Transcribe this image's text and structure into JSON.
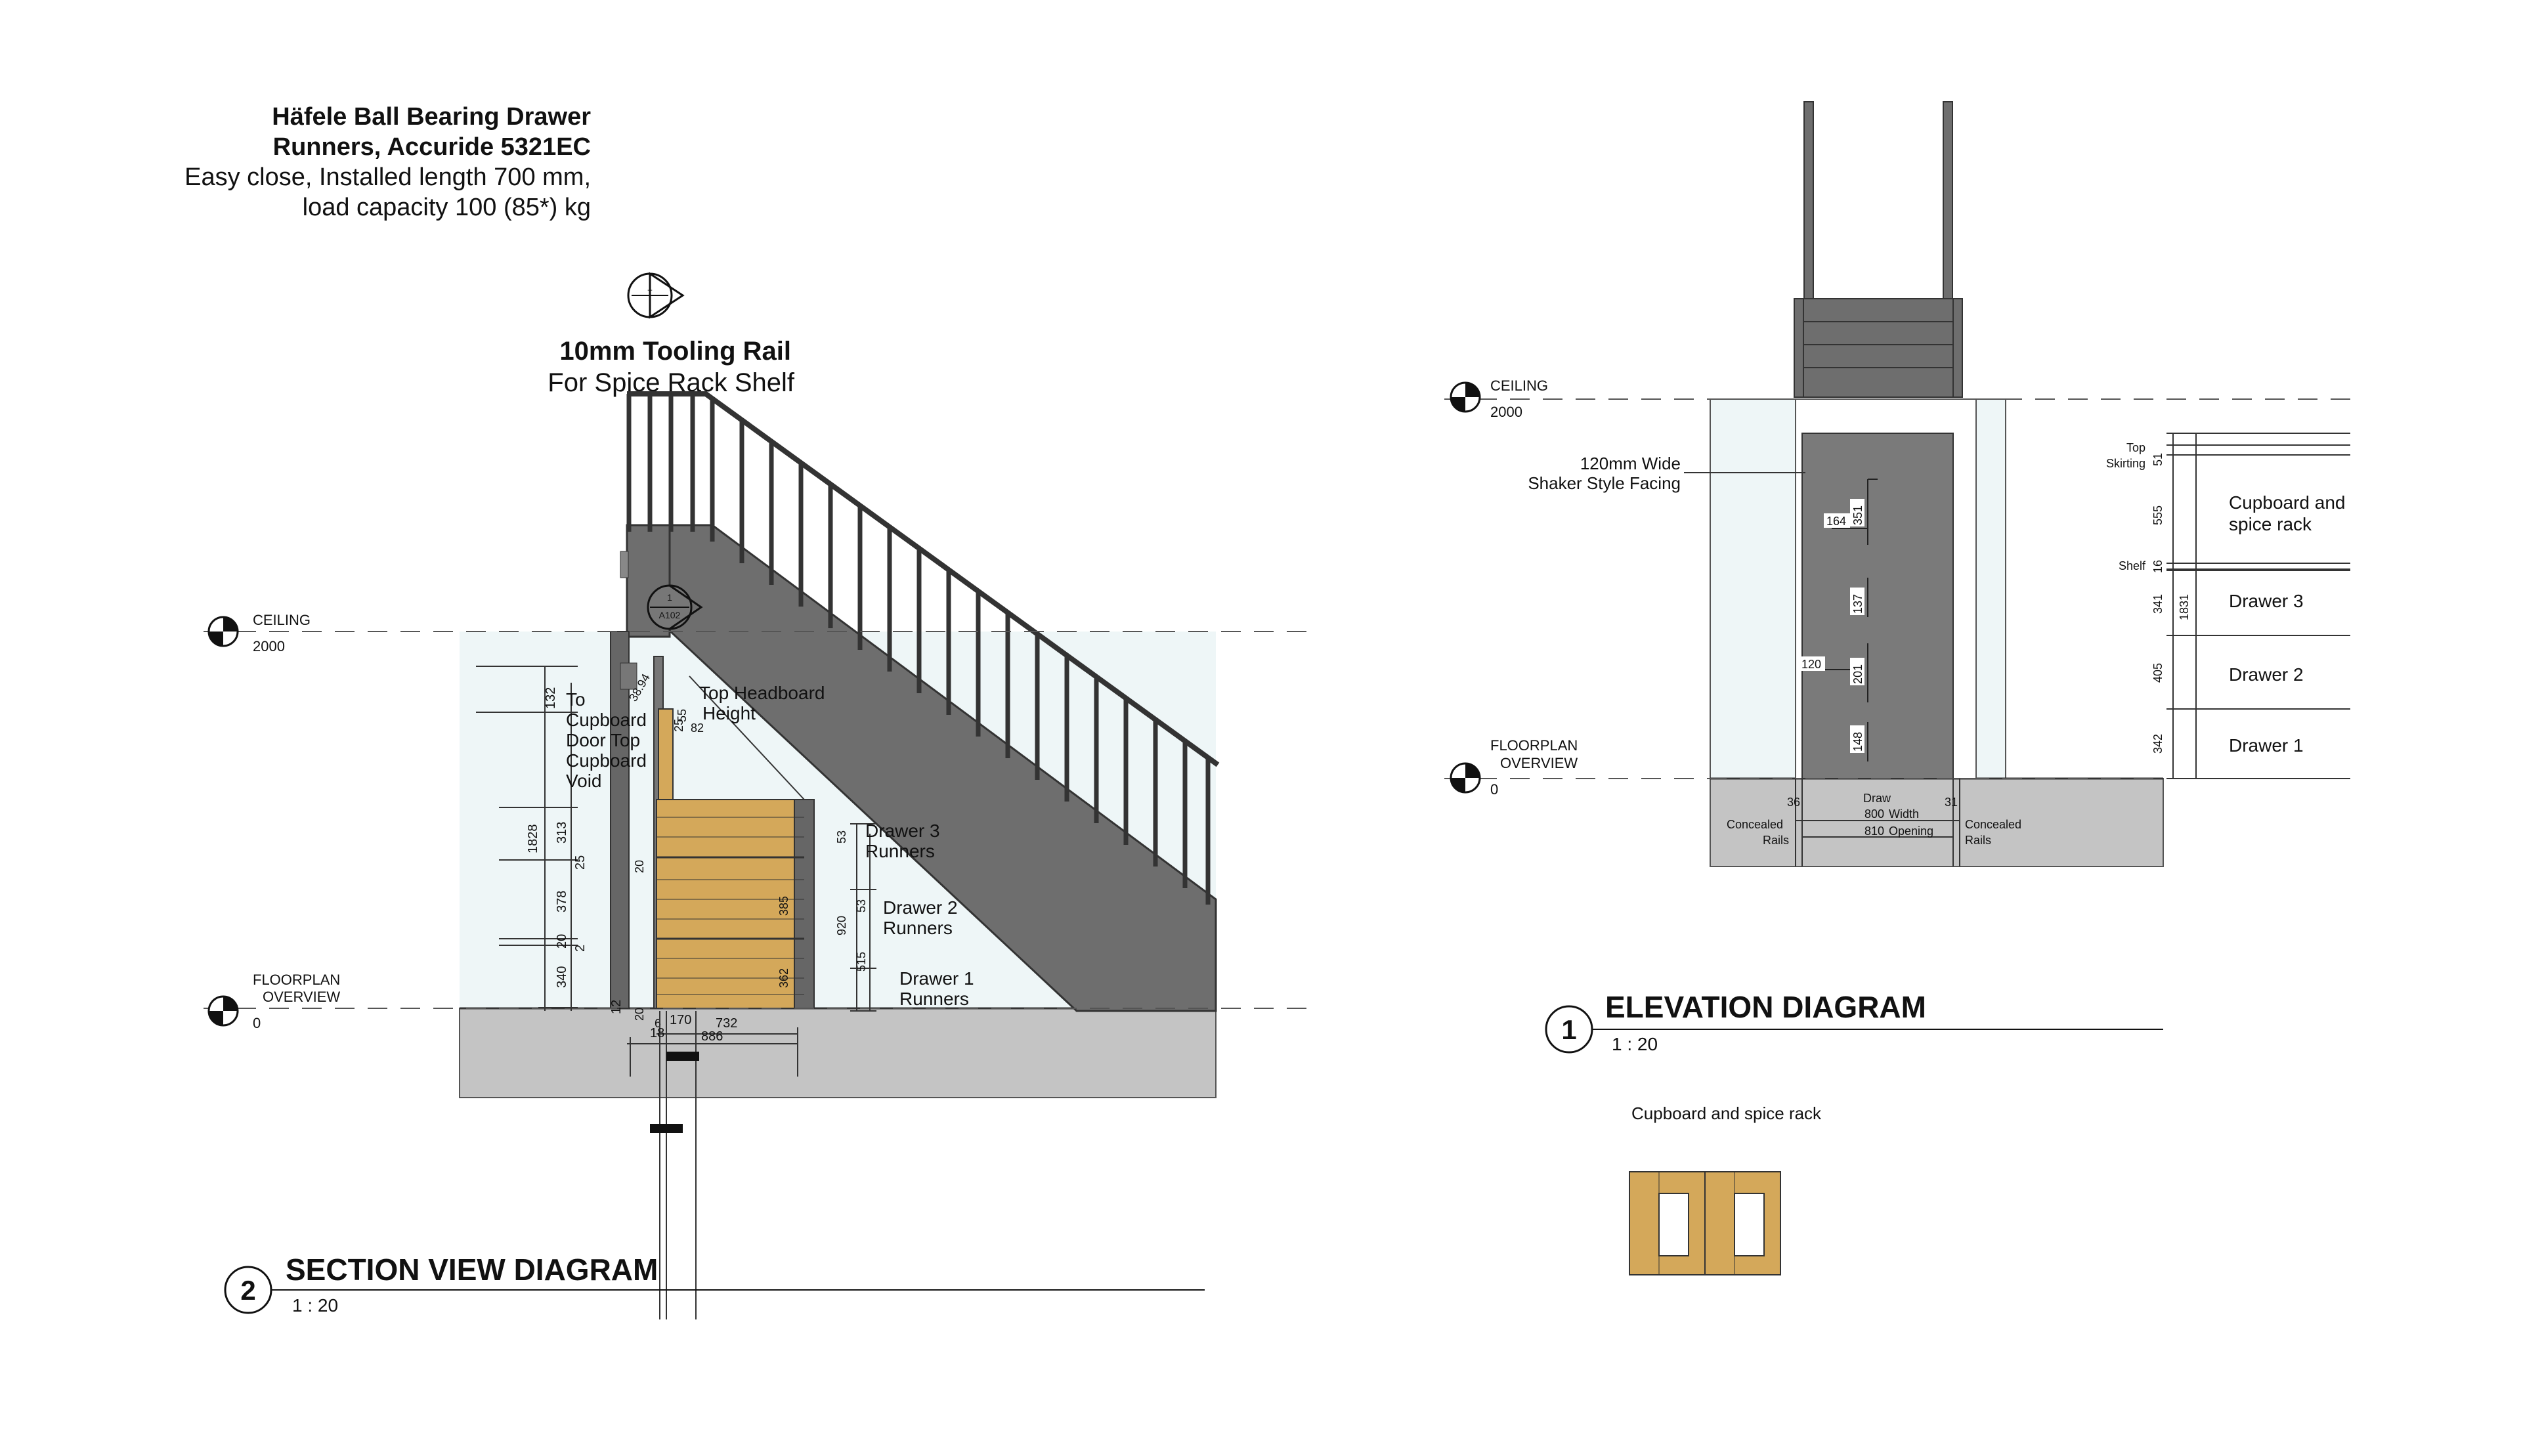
{
  "note": {
    "line1": "Häfele Ball Bearing Drawer",
    "line2": "Runners, Accuride 5321EC",
    "line3": "Easy close, Installed length 700 mm,",
    "line4": "load capacity 100 (85*) kg"
  },
  "tooling_rail": {
    "title": "10mm Tooling Rail",
    "subtitle": "For Spice Rack Shelf"
  },
  "section_marker": {
    "top": "1",
    "bottom": "A102"
  },
  "section": {
    "ceiling_label": "CEILING",
    "ceiling_value": "2000",
    "floor_label_1": "FLOORPLAN",
    "floor_label_2": "OVERVIEW",
    "floor_value": "0",
    "void_label": [
      "To",
      "Cupboard",
      "Door Top",
      "Cupboard",
      "Void"
    ],
    "headboard_label": [
      "Top Headboard",
      "Height"
    ],
    "drawer3_label": [
      "Drawer 3",
      "Runners"
    ],
    "drawer2_label": [
      "Drawer 2",
      "Runners"
    ],
    "drawer1_label": [
      "Drawer 1",
      "Runners"
    ],
    "dims_left": {
      "d132": "132",
      "d1828": "1828",
      "d313": "313",
      "d25": "25",
      "d378": "378",
      "d20": "20",
      "d2": "2",
      "d340": "340",
      "d12": "12"
    },
    "dims_mid": {
      "d38_94": "38.94",
      "d55": "55",
      "d25": "25",
      "d82": "82",
      "d20": "20",
      "d385": "385",
      "d362": "362",
      "d20b": "20",
      "d6": "6"
    },
    "dims_right": {
      "d53a": "53",
      "d53b": "53",
      "d920": "920",
      "d515": "515"
    },
    "dims_bottom": {
      "d18": "18",
      "d170": "170",
      "d732": "732",
      "d886": "886"
    },
    "title": "SECTION VIEW DIAGRAM",
    "number": "2",
    "scale": "1 : 20"
  },
  "elevation": {
    "ceiling_label": "CEILING",
    "ceiling_value": "2000",
    "floor_label_1": "FLOORPLAN",
    "floor_label_2": "OVERVIEW",
    "floor_value": "0",
    "facing_label": [
      "120mm Wide",
      "Shaker Style Facing"
    ],
    "dims_inner": {
      "d164": "164",
      "d351": "351",
      "d137": "137",
      "d120": "120",
      "d201": "201",
      "d148": "148"
    },
    "dims_bottom": {
      "d36": "36",
      "draw": "Draw",
      "d800": "800",
      "width": "Width",
      "d31": "31",
      "d810": "810",
      "opening": "Opening",
      "concealed": "Concealed",
      "rails": "Rails"
    },
    "right_labels": {
      "top": "Top",
      "skirting": "Skirting",
      "shelf": "Shelf",
      "cupboard1": "Cupboard and",
      "cupboard2": "spice rack",
      "drawer3": "Drawer 3",
      "drawer2": "Drawer 2",
      "drawer1": "Drawer 1"
    },
    "right_dims": {
      "d51": "51",
      "d555": "555",
      "d16": "16",
      "d341": "341",
      "d1831": "1831",
      "d405": "405",
      "d342": "342"
    },
    "title": "ELEVATION DIAGRAM",
    "number": "1",
    "scale": "1 : 20"
  },
  "legend": {
    "label": "Cupboard and spice rack"
  },
  "colors": {
    "wall": "#eef6f7",
    "floor": "#c4c4c4",
    "stair": "#6e6e6e",
    "wood": "#d4a85a",
    "door": "#7a7a7a"
  }
}
